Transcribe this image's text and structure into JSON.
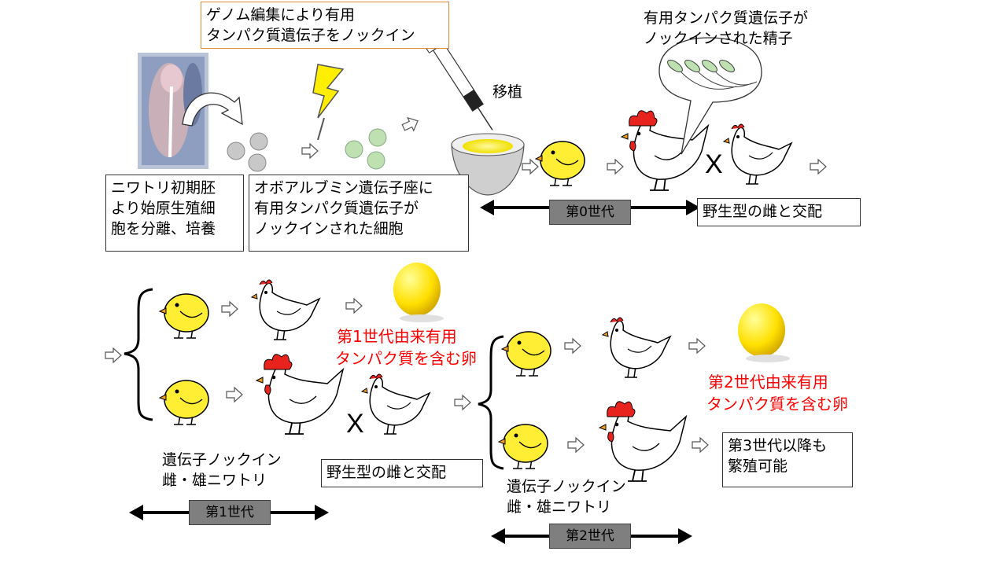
{
  "colors": {
    "accent_red": "#ff0000",
    "chick_yellow": "#ffee33",
    "comb_red": "#e8221c",
    "label_gray": "#7f7f7f",
    "cell_green": "#bfe0b0",
    "cell_gray": "#c8c8c8"
  },
  "top": {
    "genome_edit": [
      "ゲノム編集により有用",
      "タンパク質遺伝子をノックイン"
    ],
    "sperm_label": [
      "有用タンパク質遺伝子が",
      "ノックインされた精子"
    ],
    "transplant": "移植",
    "isolate_box": [
      "ニワトリ初期胚",
      "より始原生殖細",
      "胞を分離、培養"
    ],
    "knockin_cell_box": [
      "オボアルブミン遺伝子座に",
      "有用タンパク質遺伝子が",
      "ノックインされた細胞"
    ],
    "gen0": "第0世代",
    "mate_box_top": "野生型の雌と交配",
    "cross_mark": "X"
  },
  "bottom": {
    "egg1_label": [
      "第1世代由来有用",
      "タンパク質を含む卵"
    ],
    "egg2_label": [
      "第2世代由来有用",
      "タンパク質を含む卵"
    ],
    "knockin_hens_1": [
      "遺伝子ノックイン",
      "雌・雄ニワトリ"
    ],
    "mate_box_bottom": "野生型の雌と交配",
    "knockin_hens_2": [
      "遺伝子ノックイン",
      "雌・雄ニワトリ"
    ],
    "gen1": "第1世代",
    "gen2": "第2世代",
    "gen3_box": [
      "第3世代以降も",
      "繁殖可能"
    ],
    "cross_mark": "X"
  },
  "icons": [
    "embryo-photo",
    "curved-arrow-icon",
    "lightning-icon",
    "syringe-icon",
    "bowl-icon",
    "chick-icon",
    "rooster-icon",
    "hen-icon",
    "egg-icon",
    "sperm-bubble-icon",
    "brace-icon",
    "small-arrow-icon",
    "double-arrow-icon"
  ]
}
